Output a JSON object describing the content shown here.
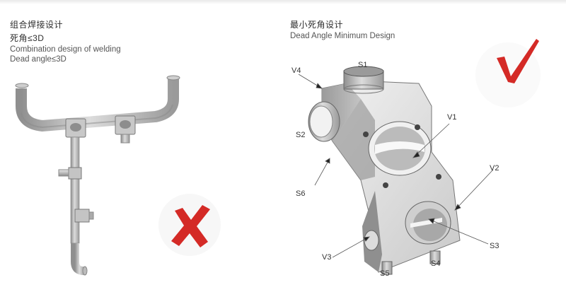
{
  "left_panel": {
    "title_cn": "组合焊接设计",
    "subtitle_cn": "死角≤3D",
    "title_en_line1": "Combination design of welding",
    "title_en_line2": "Dead angle≤3D",
    "verdict_icon": "red-x-mark"
  },
  "right_panel": {
    "title_cn": "最小死角设计",
    "title_en": "Dead Angle Minimum Design",
    "verdict_icon": "red-check-mark",
    "callouts": {
      "S1": "S1",
      "S2": "S2",
      "S3": "S3",
      "S4": "S4",
      "S5": "S5",
      "S6": "S6",
      "V1": "V1",
      "V2": "V2",
      "V3": "V3",
      "V4": "V4"
    }
  },
  "colors": {
    "mark_red": "#d42a26",
    "ring_gray": "#d9d9d9",
    "metal": "#b8b8b8"
  }
}
